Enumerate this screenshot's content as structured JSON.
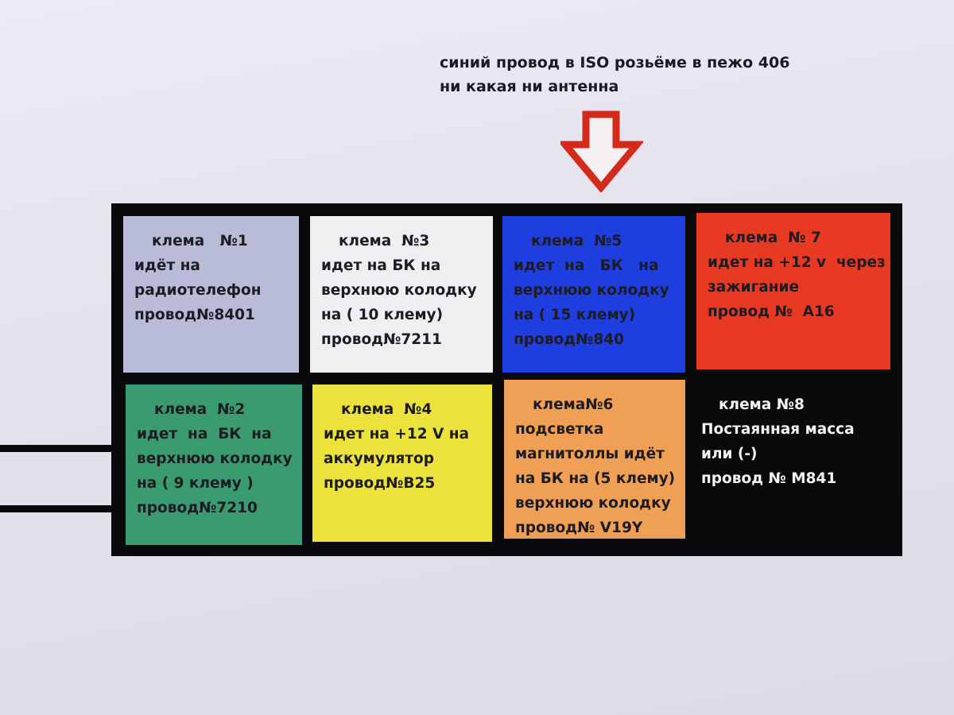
{
  "caption": {
    "line1": "синий провод в ISO розьёме в пежо 406",
    "line2": "ни какая ни антенна"
  },
  "arrow_icon": "down-arrow-outline",
  "colors": {
    "arrow": "#d42a1c",
    "board": "#0a0a0c"
  },
  "terminals": [
    {
      "title": "клема   №1",
      "lines": [
        "идёт на",
        "радиотелефон",
        "провод№8401"
      ],
      "color": "#b9bcd8"
    },
    {
      "title": "клема  №3",
      "lines": [
        "идет на БК на",
        "верхнюю колодку",
        "на ( 10 клему)",
        "провод№7211"
      ],
      "color": "#efeef0"
    },
    {
      "title": "клема  №5",
      "lines": [
        "идет  на   БК   на",
        "верхнюю колодку",
        "на ( 15 клему)",
        "провод№840"
      ],
      "color": "#1f3ee0"
    },
    {
      "title": "клема  № 7",
      "lines": [
        "идет на +12 v  через",
        "зажигание",
        "провод №  A16"
      ],
      "color": "#e83a22"
    },
    {
      "title": "клема  №2",
      "lines": [
        "идет  на  БК  на",
        "верхнюю колодку",
        "на ( 9 клему )",
        "провод№7210"
      ],
      "color": "#3a9a70"
    },
    {
      "title": "клема  №4",
      "lines": [
        "идет на +12 V на",
        "аккумулятор",
        "провод№B25"
      ],
      "color": "#ece23c"
    },
    {
      "title": "клема№6",
      "lines": [
        "подсветка",
        "магнитоллы идёт",
        "на БК на (5 клему)",
        "верхнюю колодку",
        "провод№ V19Y"
      ],
      "color": "#f0a055"
    },
    {
      "title": "клема №8",
      "lines": [
        "Постаянная масса",
        "или (-)",
        "провод № M841"
      ],
      "color": "#0a0a0c"
    }
  ]
}
